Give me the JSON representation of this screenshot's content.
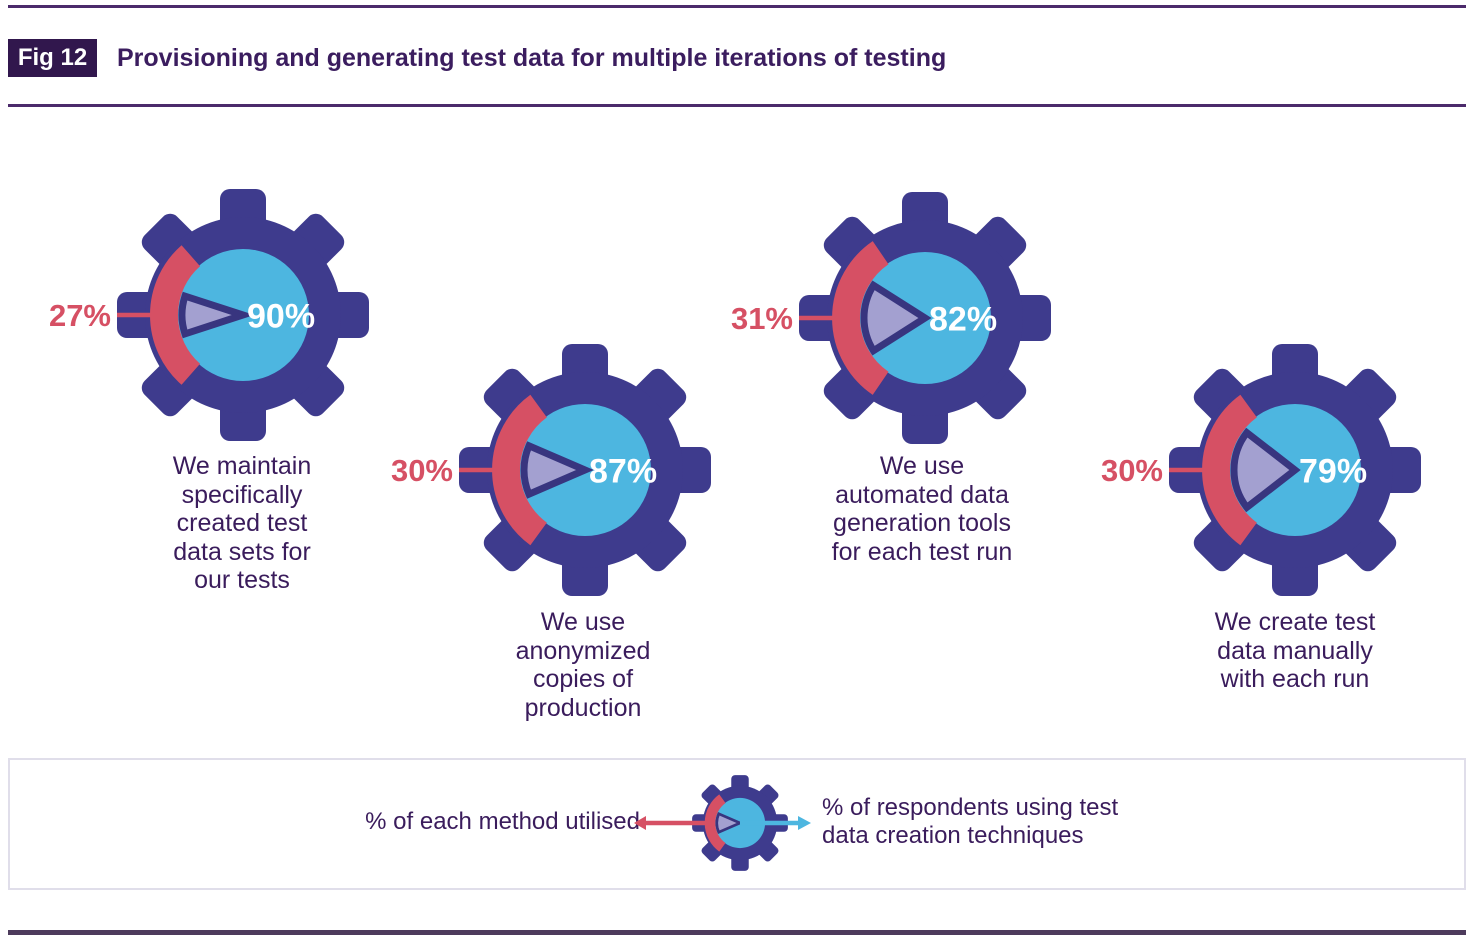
{
  "header": {
    "fig_label": "Fig 12",
    "title": "Provisioning and generating test data for multiple iterations of testing"
  },
  "chart_data": {
    "type": "pie",
    "title": "Provisioning and generating test data for multiple iterations of testing",
    "units": "percent",
    "inner_pie_meaning": "% of respondents using test data creation techniques",
    "outer_arc_meaning": "% of each method utilised",
    "items": [
      {
        "label": "We maintain specifically created test data sets for our tests",
        "label_lines": [
          "We maintain",
          "specifically",
          "created test",
          "data sets for",
          "our tests"
        ],
        "respondents_pct": 90,
        "utilised_pct": 27
      },
      {
        "label": "We use anonymized copies of production",
        "label_lines": [
          "We use",
          "anonymized",
          "copies of",
          "production"
        ],
        "respondents_pct": 87,
        "utilised_pct": 30
      },
      {
        "label": "We use automated data generation tools for each test run",
        "label_lines": [
          "We use",
          "automated data",
          "generation tools",
          "for each test run"
        ],
        "respondents_pct": 82,
        "utilised_pct": 31
      },
      {
        "label": "We create test data manually with each run",
        "label_lines": [
          "We create test",
          "data manually",
          "with each run"
        ],
        "respondents_pct": 79,
        "utilised_pct": 30
      }
    ],
    "legend": {
      "left": "% of each method utilised",
      "right": "% of respondents using test data creation techniques",
      "right_lines": [
        "% of respondents using test",
        "data creation techniques"
      ]
    }
  },
  "colors": {
    "gear_indigo": "#3E3B8D",
    "pie_blue": "#4DB6E0",
    "wedge_lavender": "#A3A0D0",
    "wedge_stroke": "#38357F",
    "accent_red": "#D65064",
    "arrow_blue": "#4DB6E0",
    "text_purple": "#3A1C5C",
    "pct_text_white": "#FFFFFF"
  }
}
